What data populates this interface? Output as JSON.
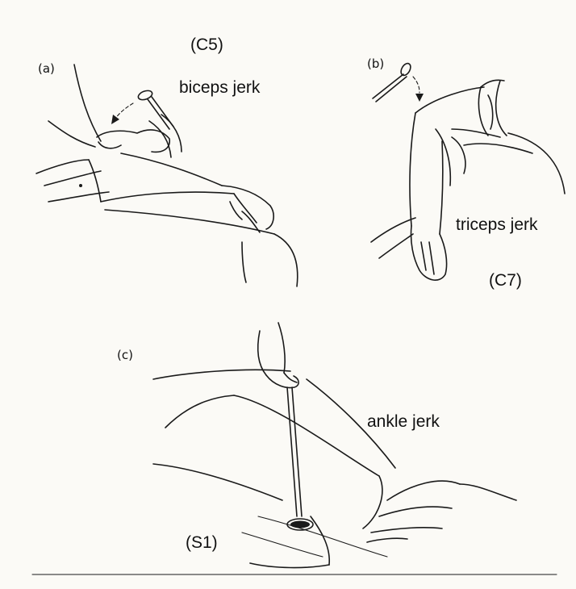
{
  "panels": {
    "a": {
      "panel_label": "(a)",
      "nerve_root": "(C5)",
      "reflex": "biceps jerk"
    },
    "b": {
      "panel_label": "(b)",
      "nerve_root": "(C7)",
      "reflex": "triceps jerk"
    },
    "c": {
      "panel_label": "(c)",
      "nerve_root": "(S1)",
      "reflex": "ankle jerk"
    }
  },
  "colors": {
    "ink": "#1a1a1a",
    "paper": "#fbfaf6"
  }
}
